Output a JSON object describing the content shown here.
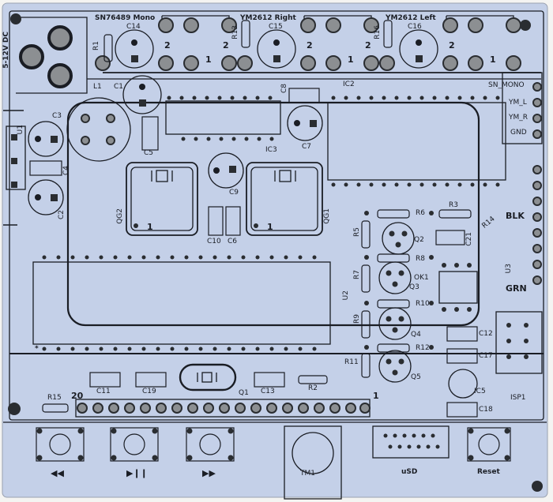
{
  "board": {
    "background": "#c4d0e8",
    "silk_color": "#1a1d24",
    "pad_color": "#8c8f92",
    "pad_dark": "#2a2d31",
    "edge_color": "#f4f4f2"
  },
  "headers": {
    "sn76489": "SN76489 Mono",
    "ym_right": "YM2612 Right",
    "ym_left": "YM2612 Left"
  },
  "labels": {
    "power": "5-12V DC",
    "c14": "C14",
    "c15": "C15",
    "c16": "C16",
    "r1": "R1",
    "r13": "R13",
    "r16": "R16",
    "pin2a": "2",
    "pin1a": "1",
    "pin2b": "2",
    "pin2c": "2",
    "pin1b": "1",
    "pin2d": "2",
    "pin2e": "2",
    "pin1c": "1",
    "l1": "L1",
    "c1": "C1",
    "c8": "C8",
    "ic2": "IC2",
    "c3": "C3",
    "u1": "U1",
    "c4": "C4",
    "c2": "C2",
    "c5": "C5",
    "ic3": "IC3",
    "c7": "C7",
    "c9": "C9",
    "qg2": "QG2",
    "qg1": "QG1",
    "c10": "C10",
    "c6": "C6",
    "one_a": "1",
    "one_b": "1",
    "sn_mono": "SN_MONO",
    "ym_l": "YM_L",
    "ym_r": "YM_R",
    "gnd": "GND",
    "r6": "R6",
    "r3": "R3",
    "blk": "BLK",
    "r14": "R14",
    "r5": "R5",
    "q2": "Q2",
    "c21": "C21",
    "r8": "R8",
    "r7": "R7",
    "ok1": "OK1",
    "q3": "Q3",
    "u3": "U3",
    "grn": "GRN",
    "u2": "U2",
    "r10": "R10",
    "r9": "R9",
    "q4": "Q4",
    "c12": "C12",
    "r12": "R12",
    "c17": "C17",
    "r11": "R11",
    "q5": "Q5",
    "isp1": "ISP1",
    "ic5": "IC5",
    "c18": "C18",
    "c11": "C11",
    "c19": "C19",
    "q1": "Q1",
    "c13": "C13",
    "r2": "R2",
    "r15": "R15",
    "pin20": "20",
    "pin1d": "1",
    "star": "*",
    "rewind": "◀◀",
    "playpause": "▶❙❙",
    "ffwd": "▶▶",
    "tm1": "TM1",
    "usd": "uSD",
    "reset": "Reset"
  }
}
